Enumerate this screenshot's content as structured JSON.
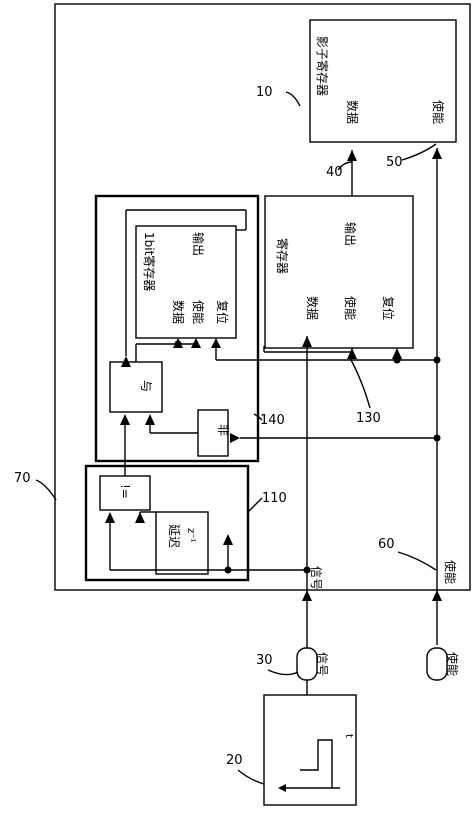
{
  "labels": {
    "shadow_register_title": "影子寄存器",
    "shadow_data": "数据",
    "shadow_enable": "使能",
    "register_title": "寄存器",
    "register_output": "输出",
    "register_data": "数据",
    "register_enable": "使能",
    "register_reset": "复位",
    "onebit_register_title": "1bit寄存器",
    "onebit_data": "数据",
    "onebit_enable": "使能",
    "onebit_output": "输出",
    "onebit_reset": "复位",
    "and_gate": "与",
    "not_gate": "非",
    "neq_gate": "!=",
    "delay_title": "延迟",
    "delay_symbol": "z⁻¹",
    "signal_inside": "信号",
    "enable_inside": "使能",
    "signal_outside": "信号",
    "enable_outside": "使能",
    "source_axis": "t"
  },
  "refs": {
    "r10": "10",
    "r20": "20",
    "r30": "30",
    "r40": "40",
    "r50": "50",
    "r60": "60",
    "r70": "70",
    "r110": "110",
    "r130": "130",
    "r140": "140"
  }
}
